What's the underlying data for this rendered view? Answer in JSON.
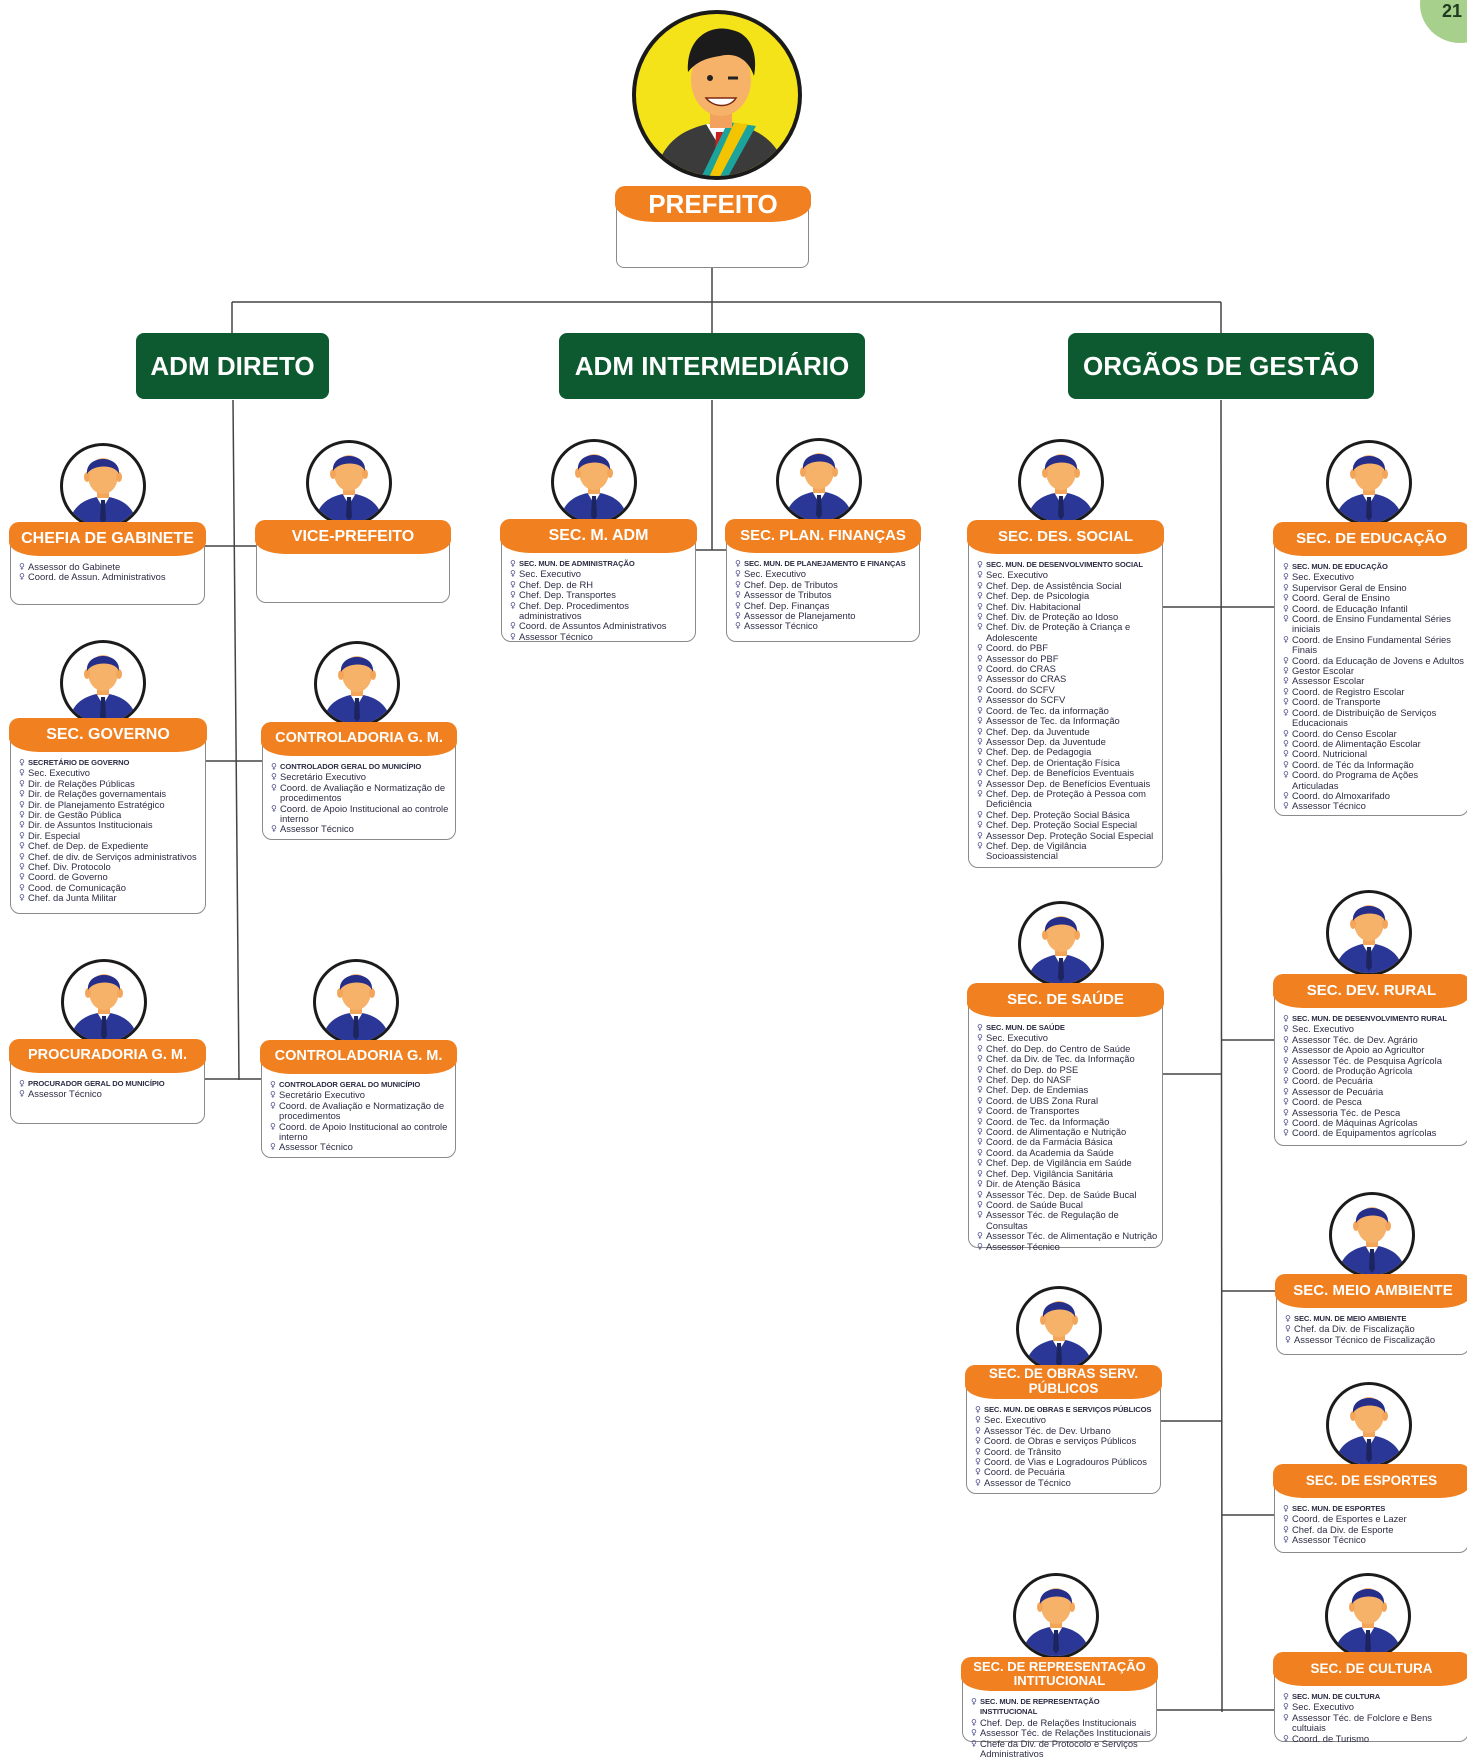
{
  "page_number": "21",
  "colors": {
    "header_orange": "#f08020",
    "group_green": "#0e5a30",
    "mayor_bg": "#f5e31a"
  },
  "mayor": {
    "title": "PREFEITO"
  },
  "groups": {
    "adm_direto": "ADM DIRETO",
    "adm_intermediario": "ADM INTERMEDIÁRIO",
    "orgaos_gestao": "ORGÃOS DE GESTÃO"
  },
  "departments": [
    {
      "title": "CHEFIA DE GABINETE",
      "items": [
        "Assessor do Gabinete",
        "Coord. de Assun. Administrativos"
      ]
    },
    {
      "title": "VICE-PREFEITO",
      "items": []
    },
    {
      "title": "SEC. GOVERNO",
      "items": [
        "SECRETÁRIO DE GOVERNO",
        "Sec. Executivo",
        "Dir. de Relações Públicas",
        "Dir. de Relações governamentais",
        "Dir. de Planejamento Estratégico",
        "Dir. de Gestão Pública",
        "Dir. de Assuntos Institucionais",
        "Dir. Especial",
        "Chef. de Dep. de Expediente",
        "Chef. de div. de Serviços administrativos",
        "Chef. Div. Protocolo",
        "Coord. de Governo",
        "Cood. de Comunicação",
        "Chef. da Junta Militar"
      ]
    },
    {
      "title": "CONTROLADORIA G. M.",
      "items": [
        "CONTROLADOR GERAL DO MUNICÍPIO",
        "Secretário Executivo",
        "Coord. de Avaliação e Normatização de procedimentos",
        "Coord. de Apoio Institucional ao controle interno",
        "Assessor Técnico"
      ]
    },
    {
      "title": "PROCURADORIA G. M.",
      "items": [
        "PROCURADOR GERAL DO MUNICÍPIO",
        "Assessor Técnico"
      ]
    },
    {
      "title": "CONTROLADORIA G. M.",
      "items": [
        "CONTROLADOR GERAL DO MUNICÍPIO",
        "Secretário Executivo",
        "Coord. de Avaliação e Normatização de procedimentos",
        "Coord. de Apoio Institucional ao controle interno",
        "Assessor Técnico"
      ]
    },
    {
      "title": "SEC. M. ADM",
      "items": [
        "SEC. MUN. DE ADMINISTRAÇÃO",
        "Sec. Executivo",
        "Chef. Dep. de RH",
        "Chef. Dep. Transportes",
        "Chef. Dep. Procedimentos administrativos",
        "Coord. de Assuntos Administrativos",
        "Assessor Técnico"
      ]
    },
    {
      "title": "SEC. PLAN. FINANÇAS",
      "items": [
        "SEC. MUN. DE PLANEJAMENTO E FINANÇAS",
        "Sec. Executivo",
        "Chef. Dep. de Tributos",
        "Assessor de Tributos",
        "Chef. Dep. Finanças",
        "Assessor de Planejamento",
        "Assessor Técnico"
      ]
    },
    {
      "title": "SEC. DES. SOCIAL",
      "items": [
        "SEC. MUN. DE DESENVOLVIMENTO SOCIAL",
        "Sec. Executivo",
        "Chef. Dep. de Assistência Social",
        "Chef. Dep. de Psicologia",
        "Chef. Div. Habitacional",
        "Chef. Div. de Proteção ao Idoso",
        "Chef. Div. de Proteção à Criança e Adolescente",
        "Coord. do PBF",
        "Assessor do PBF",
        "Coord. do CRAS",
        "Assessor do CRAS",
        "Coord. do SCFV",
        "Assessor do SCFV",
        "Coord. de Tec. da informação",
        "Assessor de Tec. da Informação",
        "Chef. Dep. da Juventude",
        "Assessor Dep. da Juventude",
        "Chef. Dep. de Pedagogia",
        "Chef. Dep. de Orientação Física",
        "Chef. Dep. de Benefícios Eventuais",
        "Assessor Dep. de Benefícios Eventuais",
        "Chef. Dep. de Proteção à Pessoa com Deficiência",
        "Chef. Dep. Proteção Social Básica",
        "Chef. Dep. Proteção Social Especial",
        "Assessor Dep. Proteção Social Especial",
        "Chef. Dep. de Vigilância Socioassistencial"
      ]
    },
    {
      "title": "SEC. DE EDUCAÇÃO",
      "items": [
        "SEC. MUN. DE EDUCAÇÃO",
        "Sec. Executivo",
        "Supervisor Geral de Ensino",
        "Coord. Geral de Ensino",
        "Coord. de Educação Infantil",
        "Coord. de Ensino Fundamental Séries iniciais",
        "Coord. de Ensino Fundamental Séries Finais",
        "Coord. da Educação de Jovens e Adultos",
        "Gestor Escolar",
        "Assessor Escolar",
        "Coord. de Registro Escolar",
        "Coord. de Transporte",
        "Coord. de Distribuição de Serviços Educacionais",
        "Coord. do Censo Escolar",
        "Coord. de Alimentação Escolar",
        "Coord. Nutricional",
        "Coord. de Téc da Informação",
        "Coord. do Programa de Ações Articuladas",
        "Coord. do Almoxarifado",
        "Assessor Técnico"
      ]
    },
    {
      "title": "SEC. DE SAÚDE",
      "items": [
        "SEC. MUN. DE SAÚDE",
        "Sec. Executivo",
        "Chef. do Dep. do Centro de Saúde",
        "Chef. da Div. de Tec. da Informação",
        "Chef. do Dep. do PSE",
        "Chef. Dep. do NASF",
        "Chef. Dep. de Endemias",
        "Coord. de UBS Zona Rural",
        "Coord. de Transportes",
        "Coord. de Tec. da Informação",
        "Coord. de Alimentação e Nutrição",
        "Coord. de da Farmácia Básica",
        "Coord. da Academia da Saúde",
        "Chef. Dep. de Vigilância em Saúde",
        "Chef. Dep. Vigilância Sanitária",
        "Dir. de Atenção Básica",
        "Assessor Téc. Dep. de Saúde Bucal",
        "Coord. de Saúde Bucal",
        "Assessor Téc. de Regulação de Consultas",
        "Assessor Téc. de Alimentação e Nutrição",
        "Assessor Técnico"
      ]
    },
    {
      "title": "SEC. DEV. RURAL",
      "items": [
        "SEC. MUN. DE DESENVOLVIMENTO RURAL",
        "Sec. Executivo",
        "Assessor Téc. de Dev. Agrário",
        "Assessor de Apoio ao Agricultor",
        "Assessor Téc. de Pesquisa Agrícola",
        "Coord. de Produção Agrícola",
        "Coord. de Pecuária",
        "Assessor de Pecuária",
        "Coord. de Pesca",
        "Assessoria Téc. de Pesca",
        "Coord. de Máquinas Agrícolas",
        "Coord. de Equipamentos agrícolas"
      ]
    },
    {
      "title": "SEC. MEIO AMBIENTE",
      "items": [
        "SEC. MUN. DE MEIO AMBIENTE",
        "Chef. da Div. de Fiscalização",
        "Assessor Técnico de Fiscalização"
      ]
    },
    {
      "title": "SEC. DE OBRAS SERV. PÚBLICOS",
      "items": [
        "SEC. MUN. DE OBRAS E SERVIÇOS PÚBLICOS",
        "Sec. Executivo",
        "Assessor Téc. de Dev. Urbano",
        "Coord. de Obras e serviços Públicos",
        "Coord. de Trânsito",
        "Coord. de Vias e Logradouros Públicos",
        "Coord. de Pecuária",
        "Assessor de Técnico"
      ]
    },
    {
      "title": "SEC. DE ESPORTES",
      "items": [
        "SEC. MUN. DE ESPORTES",
        "Coord. de Esportes e Lazer",
        "Chef. da Div. de Esporte",
        "Assessor Técnico"
      ]
    },
    {
      "title": "SEC. DE REPRESENTAÇÃO INTITUCIONAL",
      "items": [
        "SEC. MUN. DE REPRESENTAÇÃO INSTITUCIONAL",
        "Chef. Dep. de Relações Institucionais",
        "Assessor Téc. de Relações Institucionais",
        "Chefe da Div. de Protocolo e Serviços Administrativos"
      ]
    },
    {
      "title": "SEC. DE CULTURA",
      "items": [
        "SEC. MUN. DE CULTURA",
        "Sec. Executivo",
        "Assessor Téc. de Folclore e Bens cultuiais",
        "Coord. de Turismo"
      ]
    }
  ]
}
